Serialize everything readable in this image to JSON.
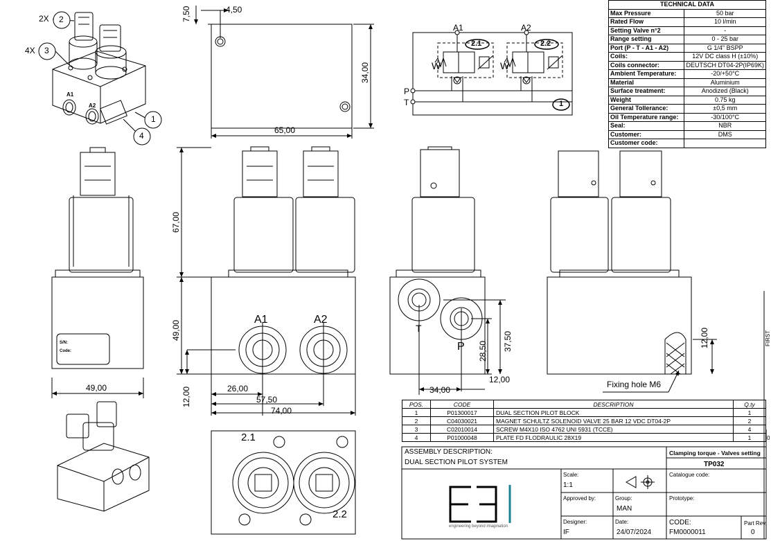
{
  "technical_data": {
    "title": "TECHNICAL DATA",
    "rows": [
      {
        "k": "Max Pressure",
        "v": "50 bar"
      },
      {
        "k": "Rated Flow",
        "v": "10 l/min"
      },
      {
        "k": "Setting Valve n°2",
        "v": "-"
      },
      {
        "k": "Range setting",
        "v": "0 - 25 bar"
      },
      {
        "k": "Port (P - T - A1 - A2)",
        "v": "G 1/4\" BSPP"
      },
      {
        "k": "Coils:",
        "v": "12V DC class H (±10%)"
      },
      {
        "k": "Coils connector:",
        "v": "DEUTSCH DT04-2P(IP69K)"
      },
      {
        "k": "Ambient Temperature:",
        "v": "-20/+50°C"
      },
      {
        "k": "Material",
        "v": "Aluminium"
      },
      {
        "k": "Surface treatment:",
        "v": "Anodized (Black)"
      },
      {
        "k": "Weight",
        "v": "0.75 kg"
      },
      {
        "k": "General Tollerance:",
        "v": "±0,5 mm"
      },
      {
        "k": "Oil Temperature range:",
        "v": "-30/100°C"
      },
      {
        "k": "Seal:",
        "v": "NBR"
      },
      {
        "k": "Customer:",
        "v": "DMS"
      },
      {
        "k": "Customer code:",
        "v": ""
      }
    ]
  },
  "callouts": {
    "c1": "1",
    "c2": "2",
    "c3": "3",
    "c4": "4",
    "c2x": "2X",
    "c4x": "4X"
  },
  "dims": {
    "d750": "7,50",
    "d450": "4,50",
    "d3400": "34,00",
    "d6500": "65,00",
    "d6700": "67,00",
    "d4900v": "49,00",
    "d4900h": "49,00",
    "d1200a": "12,00",
    "d2600": "26,00",
    "d5750": "57,50",
    "d7400": "74,00",
    "d2850": "28,50",
    "d3750": "37,50",
    "d3400b": "34,00",
    "d1200b": "12,00",
    "d1200c": "12,00"
  },
  "labels": {
    "a1": "A1",
    "a2": "A2",
    "a1s": "A1",
    "a2s": "A2",
    "p": "P",
    "t": "T",
    "s21": "2.1",
    "s22": "2.2",
    "b21": "2.1",
    "b22": "2.2",
    "fixing": "Fixing hole M6",
    "first_release": "FIRST RELEASE",
    "sn": "S/N:",
    "code": "Code:",
    "w1": "W",
    "w2": "W",
    "c1b": "1",
    "t1": "T",
    "p1": "P"
  },
  "bom": {
    "headers": [
      "POS.",
      "CODE",
      "DESCRIPTION",
      "Q.ty"
    ],
    "rows": [
      {
        "pos": "1",
        "code": "P01300017",
        "desc": "DUAL SECTION PILOT BLOCK",
        "qty": "1"
      },
      {
        "pos": "2",
        "code": "C04030021",
        "desc": "MAGNET SCHULTZ SOLENOID VALVE 25 BAR 12 VDC DT04-2P",
        "qty": "2"
      },
      {
        "pos": "3",
        "code": "C02010014",
        "desc": "SCREW M4X10 ISO 4762 UNI 5931 (TCCE)",
        "qty": "4"
      },
      {
        "pos": "4",
        "code": "P01000048",
        "desc": "PLATE FD FLODRAULIC 28X19",
        "qty": "1"
      }
    ]
  },
  "title_block": {
    "assembly_label": "ASSEMBLY DESCRIPTION:",
    "assembly_value": "DUAL SECTION PILOT SYSTEM",
    "clamping": "Clamping torque - Valves setting",
    "tp": "TP032",
    "catalogue_label": "Catalogue code:",
    "scale_label": "Scale:",
    "scale_value": "1:1",
    "approved_label": "Approved by:",
    "group_label": "Group:",
    "group_value": "MAN",
    "prototype_label": "Prototype:",
    "designer_label": "Designer:",
    "designer_value": "IF",
    "date_label": "Date:",
    "date_value": "24/07/2024",
    "code_label": "CODE:",
    "code_value": "FM0000011",
    "rev_label": "Part Rev.",
    "rev_value": "0",
    "logo_tagline": "engineering beyond imagination",
    "rev_index": "0"
  }
}
